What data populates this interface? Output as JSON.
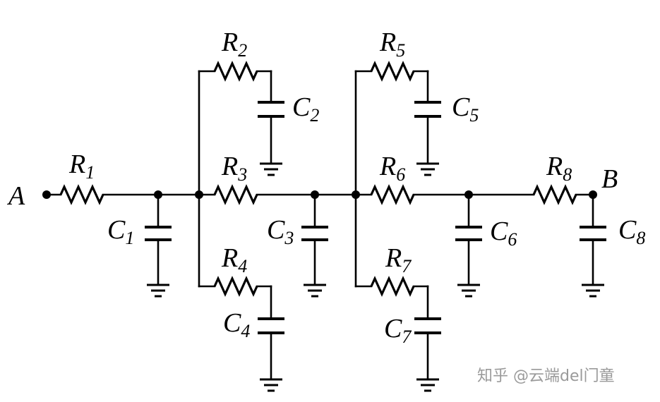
{
  "nodes": {
    "a": "A",
    "b": "B"
  },
  "resistors": [
    {
      "letter": "R",
      "num": "1"
    },
    {
      "letter": "R",
      "num": "2"
    },
    {
      "letter": "R",
      "num": "3"
    },
    {
      "letter": "R",
      "num": "4"
    },
    {
      "letter": "R",
      "num": "5"
    },
    {
      "letter": "R",
      "num": "6"
    },
    {
      "letter": "R",
      "num": "7"
    },
    {
      "letter": "R",
      "num": "8"
    }
  ],
  "capacitors": [
    {
      "letter": "C",
      "num": "1"
    },
    {
      "letter": "C",
      "num": "2"
    },
    {
      "letter": "C",
      "num": "3"
    },
    {
      "letter": "C",
      "num": "4"
    },
    {
      "letter": "C",
      "num": "5"
    },
    {
      "letter": "C",
      "num": "6"
    },
    {
      "letter": "C",
      "num": "7"
    },
    {
      "letter": "C",
      "num": "8"
    }
  ],
  "watermark": "知乎 @云端del门童"
}
